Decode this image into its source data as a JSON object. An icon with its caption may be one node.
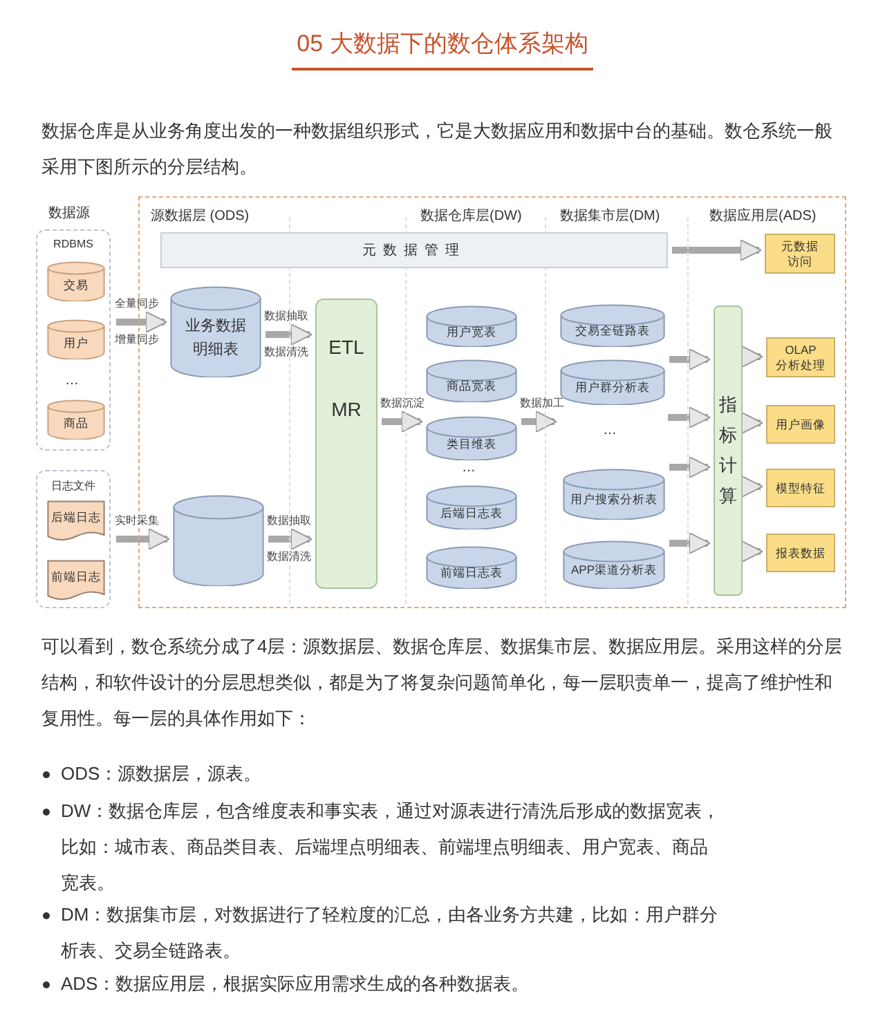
{
  "diagram": {
    "title": "05 大数据下的数仓体系架构",
    "nodes": [
      {
        "text": [
          "源数据层 (ODS)",
          "数据仓库层(DW)",
          "数据集市层(DM)",
          "数据应用层(ADS)"
        ]
      },
      {
        "text": [
          "RDBMS"
        ]
      },
      {
        "text": [
          "交易"
        ],
        "in": 1
      },
      {
        "text": [
          "用户"
        ],
        "in": 1
      },
      {
        "text": [
          "商品"
        ],
        "in": 1
      },
      {
        "text": [
          "日志文件"
        ]
      },
      {
        "text": [
          "后端日志"
        ],
        "in": 5
      },
      {
        "text": [
          "前端日志"
        ],
        "in": 5
      },
      {
        "text": [
          "元数据管理"
        ],
        "in": 0
      },
      {
        "text": [
          "业务数据明细表"
        ],
        "in": 0
      },
      {
        "text": [],
        "shape": "cylinder",
        "in": 0
      },
      {
        "text": [
          "ETL",
          "MR"
        ],
        "in": 0
      },
      {
        "text": [
          "用户宽表"
        ],
        "in": 0
      },
      {
        "text": [
          "商品宽表"
        ],
        "in": 0
      },
      {
        "text": [
          "类目维表"
        ],
        "in": 0
      },
      {
        "text": [
          "后端日志表"
        ],
        "in": 0
      },
      {
        "text": [
          "前端日志表"
        ],
        "in": 0
      },
      {
        "text": [
          "交易全链路表"
        ],
        "in": 0
      },
      {
        "text": [
          "用户群分析表"
        ],
        "in": 0
      },
      {
        "text": [
          "用户搜索分析表"
        ],
        "in": 0
      },
      {
        "text": [
          "APP渠道分析表"
        ],
        "in": 0
      },
      {
        "text": [
          "指标计算"
        ],
        "in": 0
      },
      {
        "text": [
          "元数据访问"
        ],
        "in": 0
      },
      {
        "text": [
          "OLAP 分析处理"
        ],
        "in": 0
      },
      {
        "text": [
          "用户画像"
        ],
        "in": 0
      },
      {
        "text": [
          "模型特征"
        ],
        "in": 0
      },
      {
        "text": [
          "报表数据"
        ],
        "in": 0
      }
    ],
    "edges": [
      {
        "from": 1,
        "to": 9,
        "arrow": "to",
        "label": "全量同步增量同步"
      },
      {
        "from": 5,
        "to": 10,
        "arrow": "to",
        "label": "实时采集"
      },
      {
        "from": 9,
        "to": 11,
        "arrow": "to",
        "label": "数据抽取数据清洗"
      },
      {
        "from": 10,
        "to": 11,
        "arrow": "to",
        "label": "数据抽取数据清洗"
      },
      {
        "from": 11,
        "to": 14,
        "arrow": "to",
        "label": "数据沉淀"
      },
      {
        "from": 14,
        "to": 18,
        "arrow": "to",
        "label": "数据加工"
      },
      {
        "from": 8,
        "to": 22,
        "arrow": "to"
      },
      {
        "from": 18,
        "to": 21,
        "arrow": "to"
      },
      {
        "from": null,
        "to": 21,
        "arrow": "to"
      },
      {
        "from": 19,
        "to": 21,
        "arrow": "to"
      },
      {
        "from": 20,
        "to": 21,
        "arrow": "to"
      },
      {
        "from": 21,
        "to": 23,
        "arrow": "to"
      },
      {
        "from": 21,
        "to": 24,
        "arrow": "to"
      },
      {
        "from": 21,
        "to": 25,
        "arrow": "to"
      },
      {
        "from": 21,
        "to": 26,
        "arrow": "to"
      }
    ],
    "labels": [
      "数据仓库是从业务角度出发的一种数据组织形式，它是大数据应用和数据中台的基础。数仓系统一般采用下图所示的分层结构。",
      "数据源",
      "…",
      "…",
      "…",
      "可以看到，数仓系统分成了4层：源数据层、数据仓库层、数据集市层、数据应用层。采用这样的分层结构，和软件设计的分层思想类似，都是为了将复杂问题简单化，每一层职责单一，提高了维护性和复用性。每一层的具体作用如下：",
      "ODS：源数据层，源表。",
      "DW：数据仓库层，包含维度表和事实表，通过对源表进行清洗后形成的数据宽表，比如：城市表、商品类目表、后端埋点明细表、前端埋点明细表、用户宽表、商品宽表。",
      "DM：数据集市层，对数据进行了轻粒度的汇总，由各业务方共建，比如：用户群分析表、交易全链路表。",
      "ADS：数据应用层，根据实际应用需求生成的各种数据表。"
    ]
  }
}
